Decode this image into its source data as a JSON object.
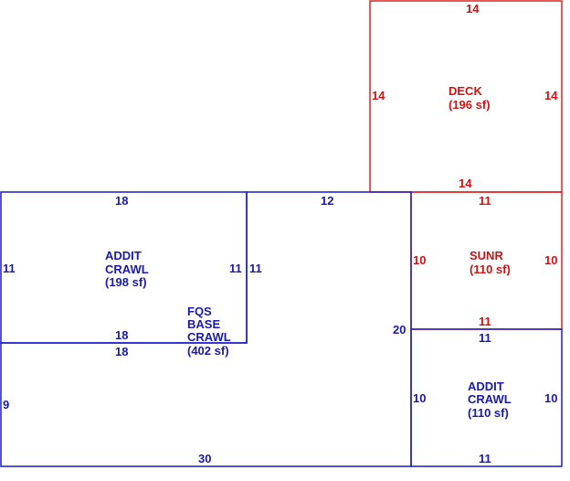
{
  "colors": {
    "main": "#1a1aa8",
    "accent": "#cc1414"
  },
  "rooms": {
    "deck": {
      "name": "DECK",
      "area": "(196 sf)",
      "dims": [
        "14",
        "14",
        "14",
        "14"
      ]
    },
    "sunr": {
      "name": "SUNR",
      "area": "(110 sf)",
      "dims": [
        "11",
        "10",
        "10",
        "11"
      ]
    },
    "addit_crawl_1": {
      "name": [
        "ADDIT",
        "CRAWL"
      ],
      "area": "(198 sf)",
      "dims": [
        "18",
        "11",
        "11",
        "18"
      ]
    },
    "fqs_base_crawl": {
      "name": [
        "FQS",
        "BASE",
        "CRAWL"
      ],
      "area": "(402 sf)",
      "dims": [
        "12",
        "11",
        "18",
        "9",
        "30",
        "20"
      ]
    },
    "addit_crawl_2": {
      "name": [
        "ADDIT",
        "CRAWL"
      ],
      "area": "(110 sf)",
      "dims": [
        "11",
        "10",
        "10",
        "11"
      ]
    }
  }
}
